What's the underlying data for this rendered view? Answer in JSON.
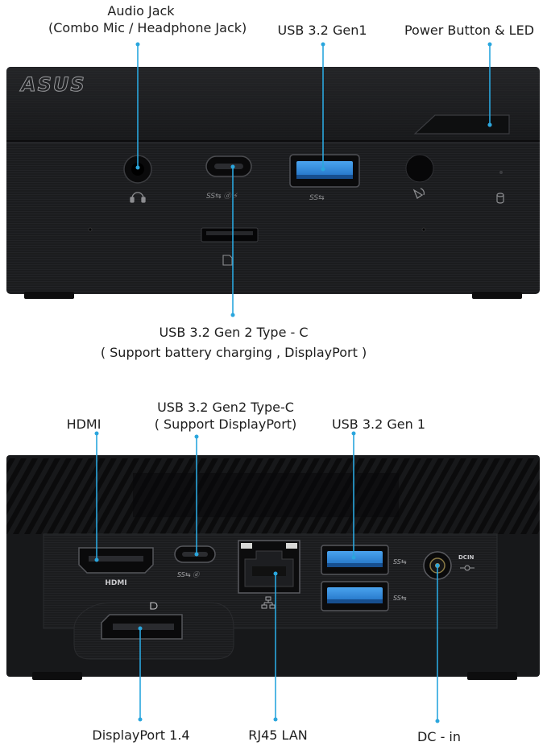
{
  "brand": "ASUS",
  "front": {
    "audio_jack_label": "Audio Jack",
    "audio_jack_sublabel": "(Combo Mic / Headphone Jack)",
    "usb_gen1_label": "USB 3.2 Gen1",
    "power_label": "Power Button & LED",
    "usbc_label": "USB 3.2 Gen 2 Type - C",
    "usbc_sublabel": "( Support battery charging , DisplayPort )"
  },
  "rear": {
    "hdmi_label": "HDMI",
    "usbc_label": "USB 3.2 Gen2 Type-C",
    "usbc_sublabel": "( Support DisplayPort)",
    "usb_gen1_label": "USB 3.2 Gen 1",
    "dp_label": "DisplayPort  1.4",
    "lan_label": "RJ45 LAN",
    "dcin_label": "DC - in",
    "hdmi_port_text": "HDMI",
    "dcin_port_text": "DCIN"
  },
  "colors": {
    "callout": "#2aa6dd",
    "chassis": "#1a1b1d",
    "usb_blue": "#2f86d6"
  }
}
